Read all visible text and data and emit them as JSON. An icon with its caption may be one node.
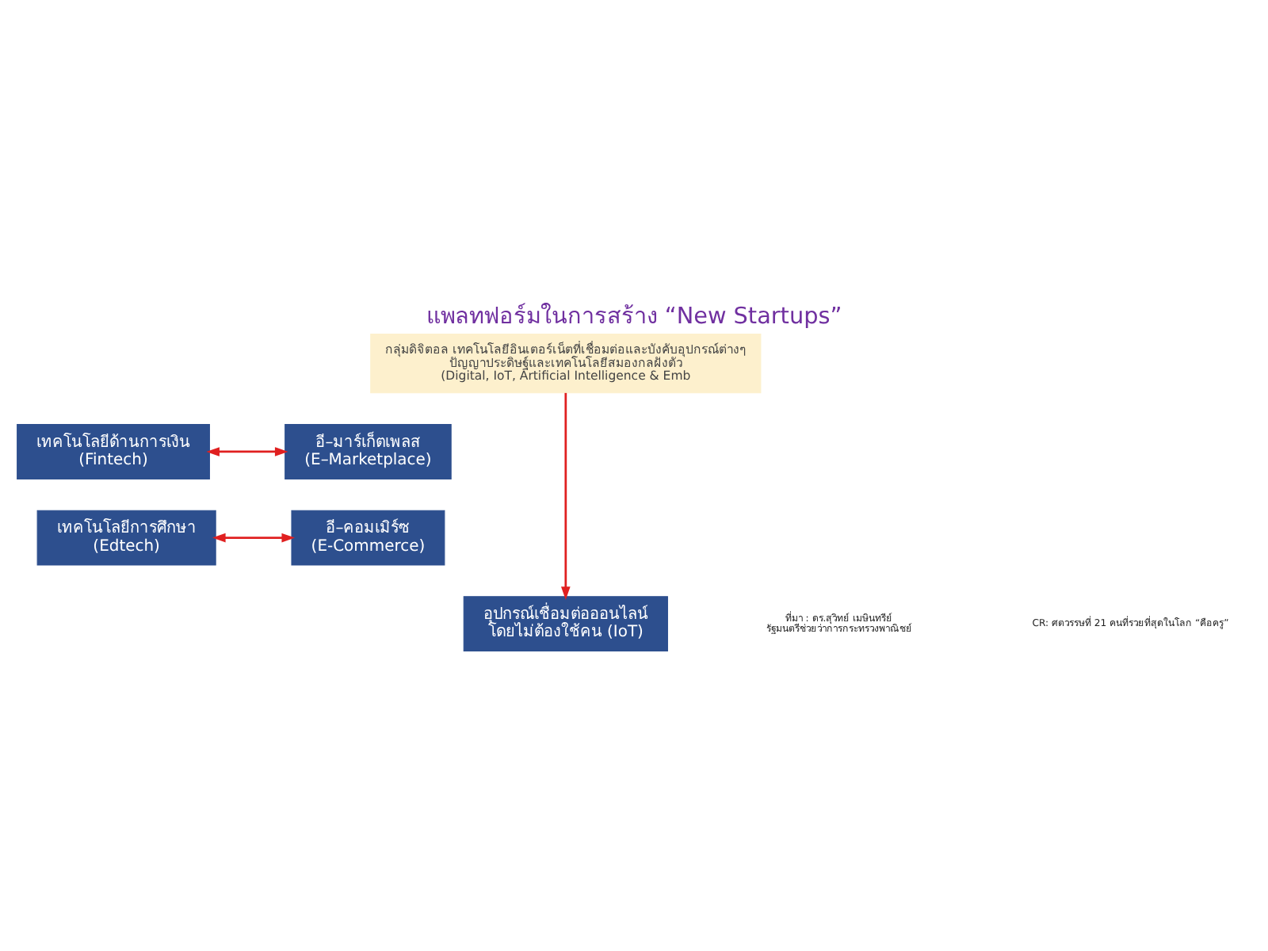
{
  "diagram": {
    "title": "แพลทฟอร์มในการสร้าง “New Startups”",
    "nodes": [
      {
        "text": [
          "กลุ่มดิจิตอล เทคโนโลยีอินเตอร์เน็ตที่เชื่อมต่อและบังคับอุปกรณ์ต่างๆ",
          "ปัญญาประดิษฐ์และเทคโนโลยีสมองกลฝังตัว",
          "(Digital, IoT, Artificial Intelligence & Emb"
        ]
      },
      {
        "text": [
          "เทคโนโลยีด้านการเงิน (Fintech)"
        ]
      },
      {
        "text": [
          "อี–มาร์เก็ตเพลส (E–Marketplace)"
        ]
      },
      {
        "text": [
          "เทคโนโลยีการศึกษา (Edtech)"
        ]
      },
      {
        "text": [
          "อี–คอมเมิร์ซ (E-Commerce)"
        ]
      },
      {
        "text": [
          "อุปกรณ์เชื่อมต่อออนไลน์ โดยไม่ต้องใช้คน (IoT)"
        ]
      }
    ],
    "edges": [
      {
        "from": 0,
        "to": 5,
        "arrow": "to"
      },
      {
        "from": 1,
        "to": 2,
        "arrow": "both"
      },
      {
        "from": 3,
        "to": 4,
        "arrow": "both"
      }
    ],
    "labels": [
      "ที่มา : ดร.สุวิทย์ เมษินทรีย์ รัฐมนตรีช่วยว่าการกระทรวงพาณิชย์",
      "CR: ศตวรรษที่ 21 คนที่รวยที่สุดในโลก “คือครู”"
    ]
  }
}
